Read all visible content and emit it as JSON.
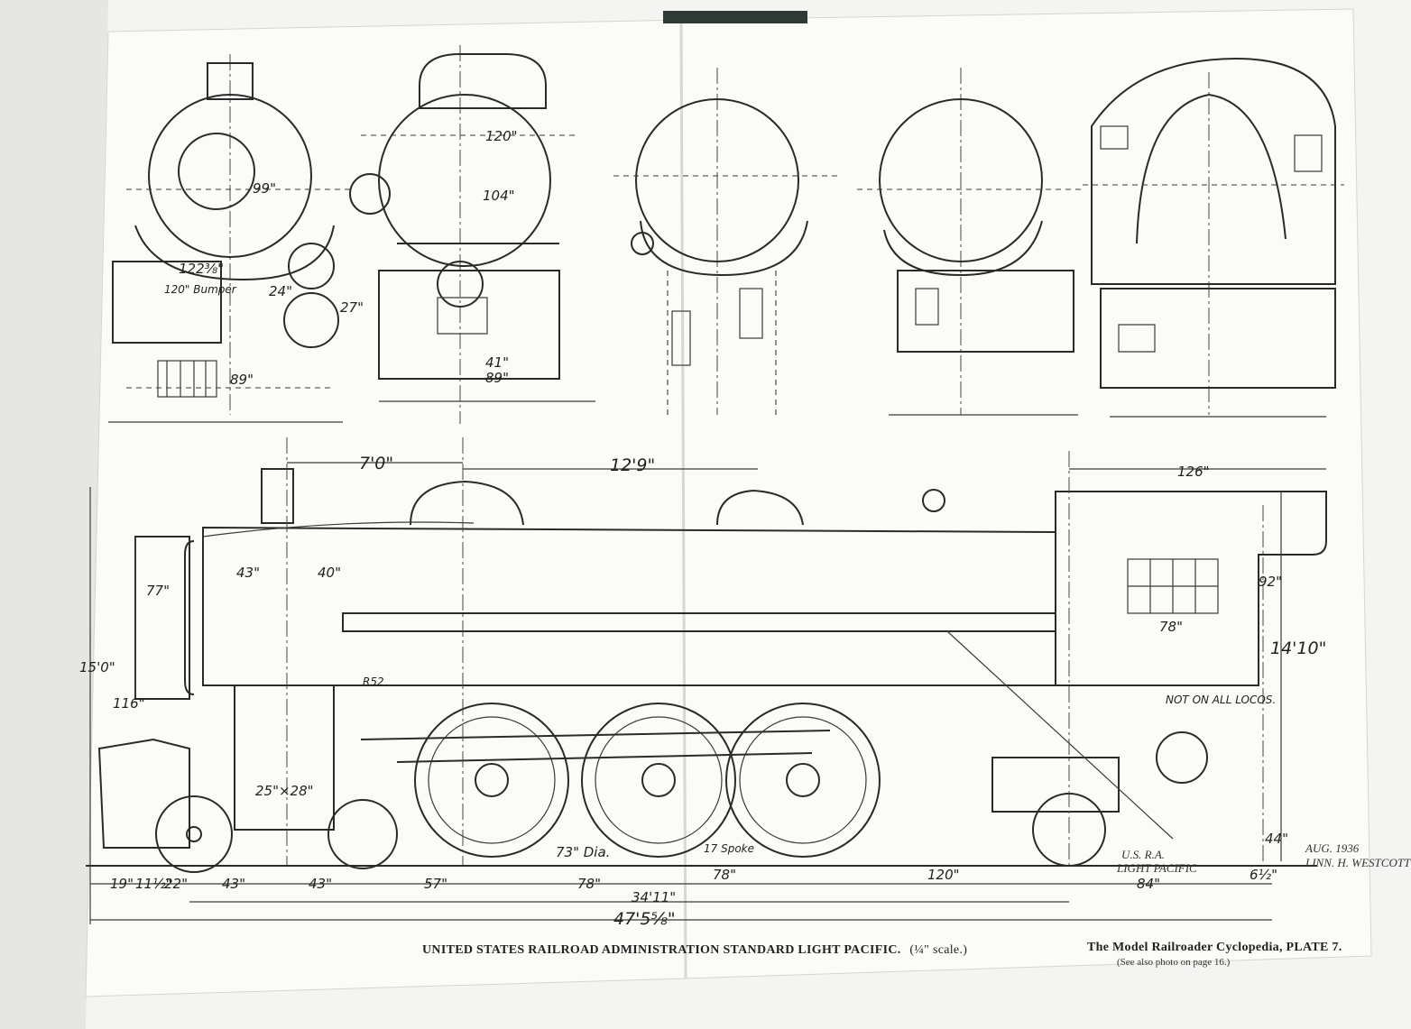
{
  "caption": {
    "title": "UNITED STATES RAILROAD ADMINISTRATION STANDARD LIGHT PACIFIC.",
    "scale": "(¼\" scale.)",
    "plate": "The Model Railroader Cyclopedia, PLATE 7.",
    "see_also": "(See also photo on page 16.)"
  },
  "signature": {
    "date": "AUG. 1936",
    "author": "LINN. H. WESTCOTT"
  },
  "builder_note": {
    "line1": "U.S. R.A.",
    "line2": "LIGHT PACIFIC"
  },
  "end_view_dims": {
    "d99": "99\"",
    "d122": "122⅜\"",
    "bumper": "120\" Bumper",
    "d24": "24\"",
    "d27": "27\"",
    "d89a": "89\"",
    "d120": "120\"",
    "d104": "104\"",
    "d41": "41\"",
    "d89b": "89\""
  },
  "elevation_dims": {
    "d7_0": "7'0\"",
    "d12_9": "12'9\"",
    "d126": "126\"",
    "d43a": "43\"",
    "d40": "40\"",
    "d77": "77\"",
    "d15_0": "15'0\"",
    "d116": "116\"",
    "d92": "92\"",
    "d78cab": "78\"",
    "d14_10": "14'10\"",
    "cyl": "25\"×28\"",
    "r52": "R52",
    "driver_dia": "73\" Dia.",
    "spoke": "17 Spoke",
    "d44": "44\"",
    "not_on_all": "NOT ON ALL LOCOS."
  },
  "baseline_dims": {
    "b19": "19\"",
    "b11": "11½\"",
    "b22": "22\"",
    "b43a": "43\"",
    "b43b": "43\"",
    "b57": "57\"",
    "b78a": "78\"",
    "b78b": "78\"",
    "b120": "120\"",
    "b84": "84\"",
    "b6": "6½\"",
    "b34": "34'11\"",
    "b47": "47'5⅝\""
  }
}
